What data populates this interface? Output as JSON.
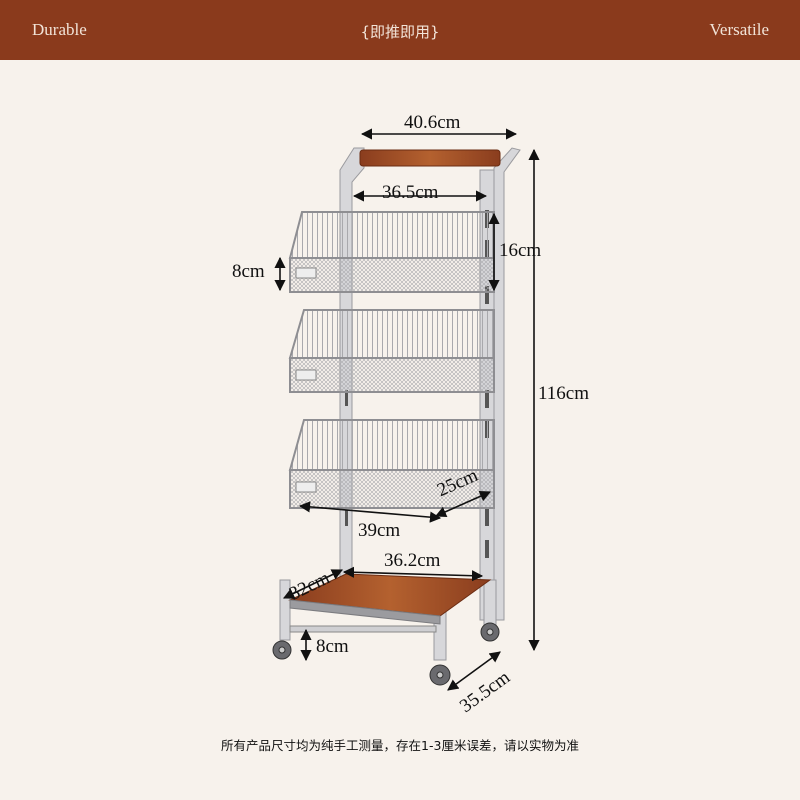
{
  "header": {
    "left": "Durable",
    "center": "{即推即用}",
    "right": "Versatile",
    "bg_color": "#8a3a1c"
  },
  "dimensions": {
    "top_width": "40.6cm",
    "inner_width": "36.5cm",
    "basket_spacing": "16cm",
    "basket_depth": "8cm",
    "total_height": "116cm",
    "basket_side": "25cm",
    "basket_width": "39cm",
    "base_width": "36.2cm",
    "base_side": "32cm",
    "base_clearance": "8cm",
    "base_depth": "35.5cm"
  },
  "footer": {
    "note": "所有产品尺寸均为纯手工测量，存在1-3厘米误差，请以实物为准"
  }
}
